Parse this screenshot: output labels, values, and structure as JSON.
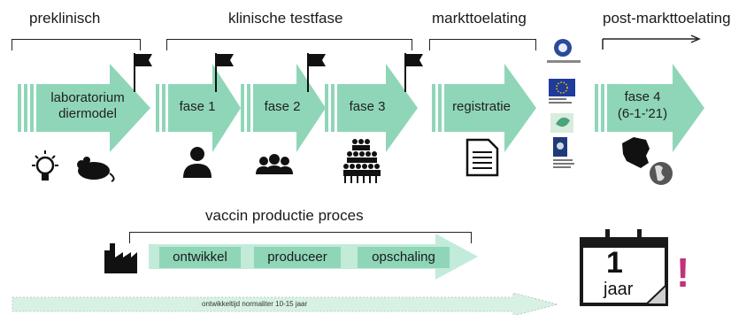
{
  "headers": {
    "preklinisch": "preklinisch",
    "klinisch": "klinische testfase",
    "markt": "markttoelating",
    "post": "post-markttoelating"
  },
  "stages": {
    "lab": "laboratorium\ndiermodel",
    "fase1": "fase 1",
    "fase2": "fase 2",
    "fase3": "fase 3",
    "registratie": "registratie",
    "fase4": "fase 4\n(6-1-'21)"
  },
  "production": {
    "title": "vaccin productie proces",
    "steps": [
      "ontwikkel",
      "produceer",
      "opschaling"
    ]
  },
  "timeline": {
    "label": "ontwikkeltijd normaliter 10-15 jaar"
  },
  "calendar": {
    "number": "1",
    "unit": "jaar",
    "exclaim": "!"
  },
  "colors": {
    "arrow": "#8fd6b8",
    "arrow_light": "#c2ebd9",
    "exclaim": "#c0337a"
  },
  "icons": [
    "lightbulb-icon",
    "rat-icon",
    "person-icon",
    "group-icon",
    "crowd-icon",
    "document-icon",
    "ema-logo",
    "eu-commission-logo",
    "cbg-logo",
    "rijksoverheid-logo",
    "netherlands-map-icon",
    "globe-icon",
    "factory-icon",
    "calendar-icon",
    "flag-icon"
  ]
}
